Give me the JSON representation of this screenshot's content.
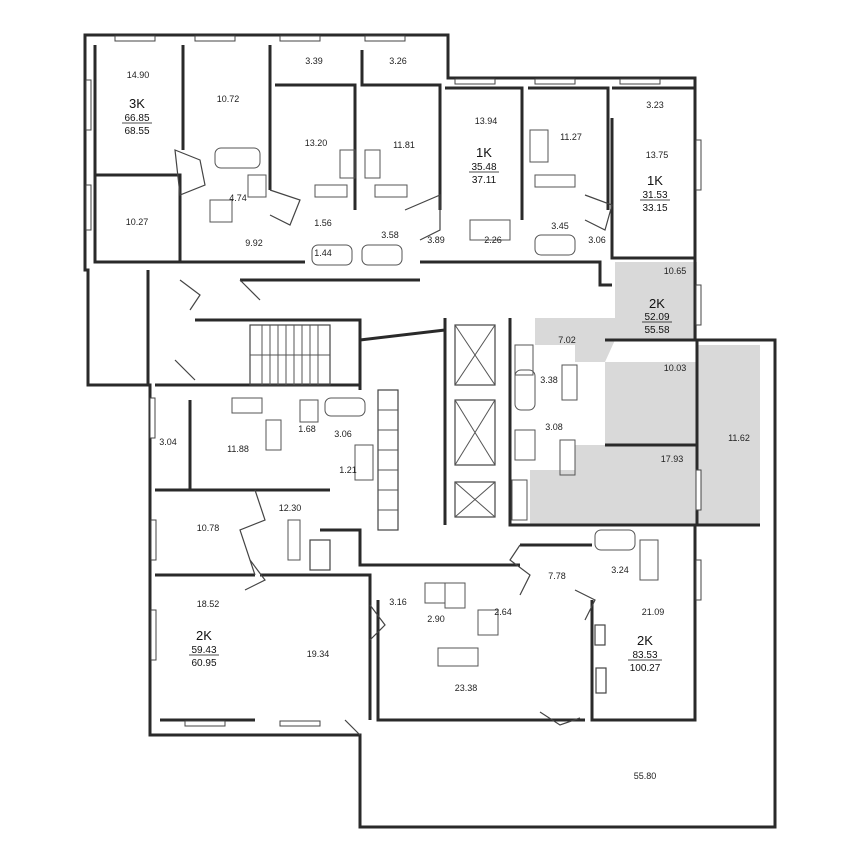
{
  "apartments": [
    {
      "id": "a1",
      "type": "3K",
      "living": "66.85",
      "total": "68.55"
    },
    {
      "id": "a2",
      "type": "1K",
      "living": "35.48",
      "total": "37.11"
    },
    {
      "id": "a3",
      "type": "1K",
      "living": "31.53",
      "total": "33.15"
    },
    {
      "id": "a4",
      "type": "2K",
      "living": "52.09",
      "total": "55.58"
    },
    {
      "id": "a5",
      "type": "2K",
      "living": "59.43",
      "total": "60.95"
    },
    {
      "id": "a6",
      "type": "2K",
      "living": "83.53",
      "total": "100.27"
    }
  ],
  "room_areas": [
    "14.90",
    "10.72",
    "3.39",
    "3.26",
    "3.23",
    "13.20",
    "11.81",
    "13.94",
    "11.27",
    "13.75",
    "4.74",
    "10.27",
    "1.56",
    "3.58",
    "3.45",
    "9.92",
    "1.44",
    "3.89",
    "2.26",
    "3.06",
    "10.65",
    "7.02",
    "3.38",
    "10.03",
    "3.08",
    "11.62",
    "17.93",
    "3.04",
    "11.88",
    "1.68",
    "3.06",
    "1.21",
    "12.30",
    "10.78",
    "7.78",
    "3.24",
    "18.52",
    "3.16",
    "2.90",
    "2.64",
    "21.09",
    "19.34",
    "23.38",
    "55.80"
  ],
  "colors": {
    "walls": "#2a2a2a",
    "shaded": "#d9d9d9",
    "background": "#ffffff"
  }
}
